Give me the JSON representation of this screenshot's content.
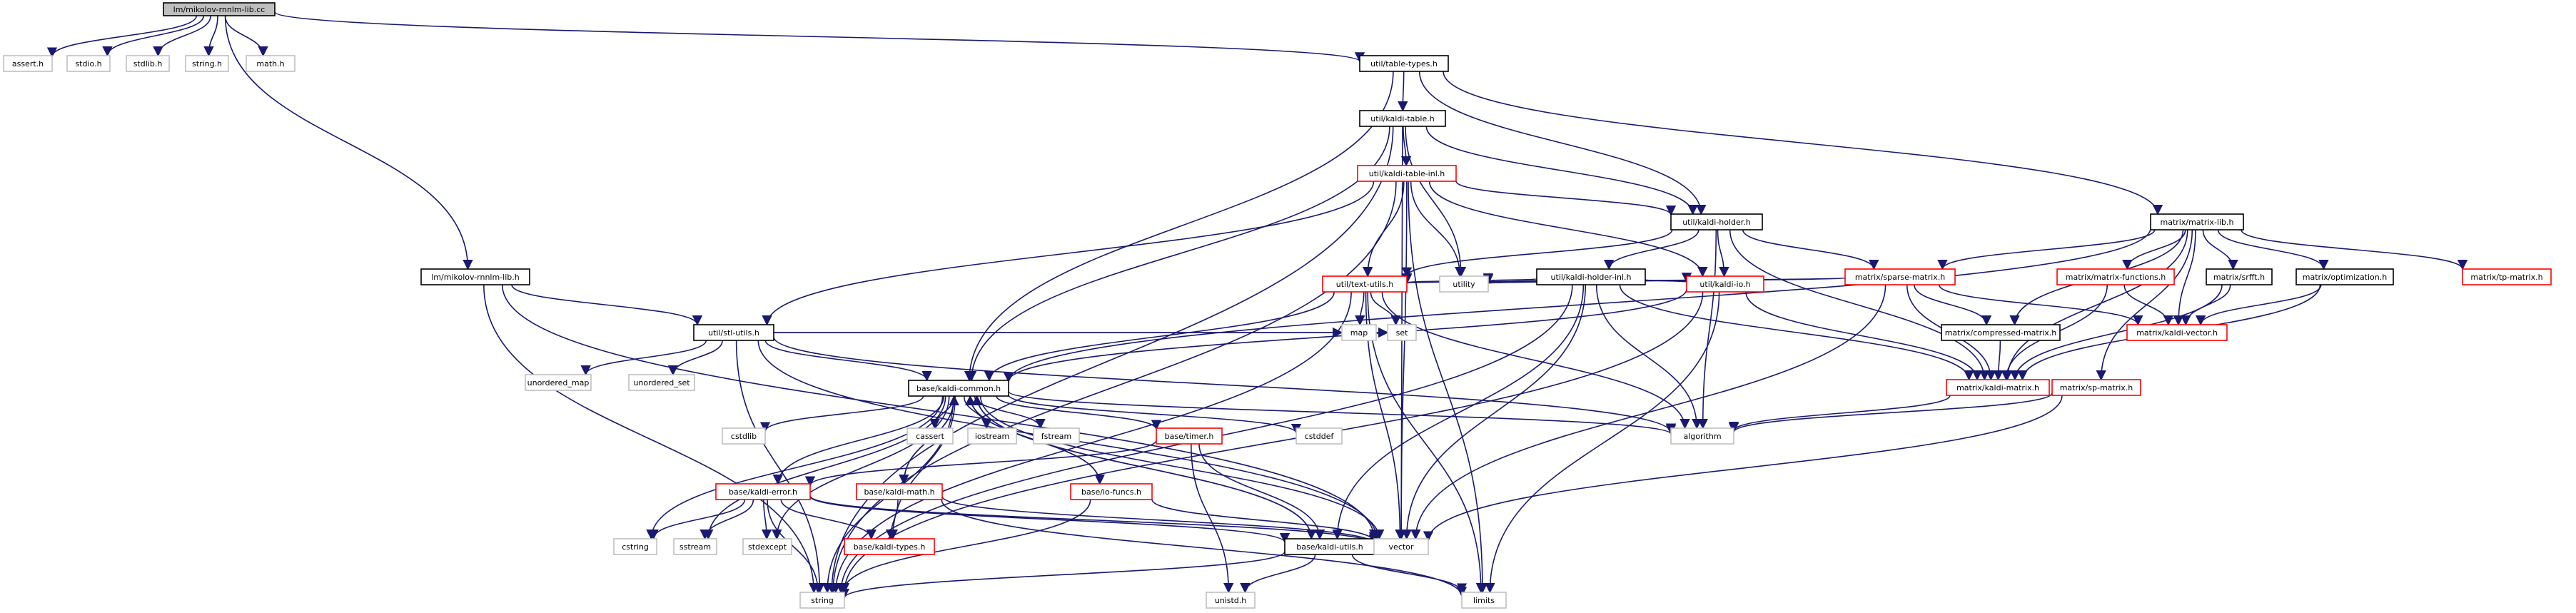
{
  "diagram": {
    "kind": "include-dependency-graph",
    "colors": {
      "edge": "#191970",
      "root_fill": "#bfbfbf",
      "root_border": "#000000",
      "normal_border": "#000000",
      "incomplete_border": "#ff0000",
      "external_border": "#bfbfbf"
    },
    "nodes": [
      {
        "id": "root",
        "label": "lm/mikolov-rnnlm-lib.cc",
        "style": "root"
      },
      {
        "id": "assert_h",
        "label": "assert.h",
        "style": "external"
      },
      {
        "id": "stdio_h",
        "label": "stdio.h",
        "style": "external"
      },
      {
        "id": "stdlib_h",
        "label": "stdlib.h",
        "style": "external"
      },
      {
        "id": "string_h",
        "label": "string.h",
        "style": "external"
      },
      {
        "id": "math_h",
        "label": "math.h",
        "style": "external"
      },
      {
        "id": "table_types",
        "label": "util/table-types.h",
        "style": "normal"
      },
      {
        "id": "kaldi_table",
        "label": "util/kaldi-table.h",
        "style": "normal"
      },
      {
        "id": "kaldi_table_inl",
        "label": "util/kaldi-table-inl.h",
        "style": "incomplete"
      },
      {
        "id": "kaldi_holder",
        "label": "util/kaldi-holder.h",
        "style": "normal"
      },
      {
        "id": "kaldi_holder_inl",
        "label": "util/kaldi-holder-inl.h",
        "style": "normal"
      },
      {
        "id": "matrix_lib",
        "label": "matrix/matrix-lib.h",
        "style": "normal"
      },
      {
        "id": "mikolov_h",
        "label": "lm/mikolov-rnnlm-lib.h",
        "style": "normal"
      },
      {
        "id": "stl_utils",
        "label": "util/stl-utils.h",
        "style": "normal"
      },
      {
        "id": "text_utils",
        "label": "util/text-utils.h",
        "style": "incomplete"
      },
      {
        "id": "kaldi_io",
        "label": "util/kaldi-io.h",
        "style": "incomplete"
      },
      {
        "id": "sparse_matrix",
        "label": "matrix/sparse-matrix.h",
        "style": "incomplete"
      },
      {
        "id": "matrix_functions",
        "label": "matrix/matrix-functions.h",
        "style": "incomplete"
      },
      {
        "id": "srfft",
        "label": "matrix/srfft.h",
        "style": "normal"
      },
      {
        "id": "optimization",
        "label": "matrix/optimization.h",
        "style": "normal"
      },
      {
        "id": "tp_matrix",
        "label": "matrix/tp-matrix.h",
        "style": "incomplete"
      },
      {
        "id": "utility",
        "label": "utility",
        "style": "external"
      },
      {
        "id": "compressed_matrix",
        "label": "matrix/compressed-matrix.h",
        "style": "normal"
      },
      {
        "id": "kaldi_vector",
        "label": "matrix/kaldi-vector.h",
        "style": "incomplete"
      },
      {
        "id": "unordered_map",
        "label": "unordered_map",
        "style": "external"
      },
      {
        "id": "unordered_set",
        "label": "unordered_set",
        "style": "external"
      },
      {
        "id": "kaldi_common",
        "label": "base/kaldi-common.h",
        "style": "normal"
      },
      {
        "id": "map",
        "label": "map",
        "style": "external"
      },
      {
        "id": "set",
        "label": "set",
        "style": "external"
      },
      {
        "id": "kaldi_matrix",
        "label": "matrix/kaldi-matrix.h",
        "style": "incomplete"
      },
      {
        "id": "sp_matrix",
        "label": "matrix/sp-matrix.h",
        "style": "incomplete"
      },
      {
        "id": "cstdlib",
        "label": "cstdlib",
        "style": "external"
      },
      {
        "id": "cassert",
        "label": "cassert",
        "style": "external"
      },
      {
        "id": "iostream",
        "label": "iostream",
        "style": "external"
      },
      {
        "id": "fstream",
        "label": "fstream",
        "style": "external"
      },
      {
        "id": "timer",
        "label": "base/timer.h",
        "style": "incomplete"
      },
      {
        "id": "cstddef",
        "label": "cstddef",
        "style": "external"
      },
      {
        "id": "algorithm",
        "label": "algorithm",
        "style": "external"
      },
      {
        "id": "kaldi_error",
        "label": "base/kaldi-error.h",
        "style": "incomplete"
      },
      {
        "id": "kaldi_math",
        "label": "base/kaldi-math.h",
        "style": "incomplete"
      },
      {
        "id": "io_funcs",
        "label": "base/io-funcs.h",
        "style": "incomplete"
      },
      {
        "id": "cstring",
        "label": "cstring",
        "style": "external"
      },
      {
        "id": "sstream",
        "label": "sstream",
        "style": "external"
      },
      {
        "id": "stdexcept",
        "label": "stdexcept",
        "style": "external"
      },
      {
        "id": "kaldi_types",
        "label": "base/kaldi-types.h",
        "style": "incomplete"
      },
      {
        "id": "kaldi_utils",
        "label": "base/kaldi-utils.h",
        "style": "normal"
      },
      {
        "id": "vector",
        "label": "vector",
        "style": "external"
      },
      {
        "id": "string",
        "label": "string",
        "style": "external"
      },
      {
        "id": "unistd_h",
        "label": "unistd.h",
        "style": "external"
      },
      {
        "id": "limits",
        "label": "limits",
        "style": "external"
      }
    ],
    "edges": [
      [
        "root",
        "assert_h"
      ],
      [
        "root",
        "stdio_h"
      ],
      [
        "root",
        "stdlib_h"
      ],
      [
        "root",
        "string_h"
      ],
      [
        "root",
        "math_h"
      ],
      [
        "root",
        "table_types"
      ],
      [
        "root",
        "mikolov_h"
      ],
      [
        "table_types",
        "kaldi_table"
      ],
      [
        "table_types",
        "kaldi_common"
      ],
      [
        "table_types",
        "kaldi_holder"
      ],
      [
        "table_types",
        "matrix_lib"
      ],
      [
        "kaldi_table",
        "kaldi_table_inl"
      ],
      [
        "kaldi_table",
        "kaldi_holder"
      ],
      [
        "kaldi_table",
        "kaldi_common"
      ],
      [
        "kaldi_table",
        "utility"
      ],
      [
        "kaldi_table",
        "vector"
      ],
      [
        "kaldi_table",
        "string"
      ],
      [
        "kaldi_table_inl",
        "kaldi_holder"
      ],
      [
        "kaldi_table_inl",
        "kaldi_io"
      ],
      [
        "kaldi_table_inl",
        "text_utils"
      ],
      [
        "kaldi_table_inl",
        "stl_utils"
      ],
      [
        "kaldi_table_inl",
        "utility"
      ],
      [
        "kaldi_table_inl",
        "vector"
      ],
      [
        "kaldi_table_inl",
        "string"
      ],
      [
        "kaldi_table_inl",
        "limits"
      ],
      [
        "kaldi_holder",
        "kaldi_holder_inl"
      ],
      [
        "kaldi_holder",
        "kaldi_io"
      ],
      [
        "kaldi_holder",
        "text_utils"
      ],
      [
        "kaldi_holder",
        "sparse_matrix"
      ],
      [
        "kaldi_holder",
        "algorithm"
      ],
      [
        "kaldi_holder",
        "kaldi_matrix"
      ],
      [
        "kaldi_holder_inl",
        "kaldi_io"
      ],
      [
        "kaldi_holder_inl",
        "text_utils"
      ],
      [
        "kaldi_holder_inl",
        "utility"
      ],
      [
        "kaldi_holder_inl",
        "vector"
      ],
      [
        "kaldi_holder_inl",
        "string"
      ],
      [
        "kaldi_holder_inl",
        "algorithm"
      ],
      [
        "kaldi_holder_inl",
        "kaldi_matrix"
      ],
      [
        "kaldi_holder_inl",
        "kaldi_utils"
      ],
      [
        "matrix_lib",
        "sparse_matrix"
      ],
      [
        "matrix_lib",
        "matrix_functions"
      ],
      [
        "matrix_lib",
        "srfft"
      ],
      [
        "matrix_lib",
        "optimization"
      ],
      [
        "matrix_lib",
        "tp_matrix"
      ],
      [
        "matrix_lib",
        "compressed_matrix"
      ],
      [
        "matrix_lib",
        "kaldi_vector"
      ],
      [
        "matrix_lib",
        "kaldi_matrix"
      ],
      [
        "matrix_lib",
        "sp_matrix"
      ],
      [
        "matrix_lib",
        "kaldi_common"
      ],
      [
        "mikolov_h",
        "stl_utils"
      ],
      [
        "mikolov_h",
        "string"
      ],
      [
        "mikolov_h",
        "vector"
      ],
      [
        "stl_utils",
        "kaldi_common"
      ],
      [
        "stl_utils",
        "unordered_map"
      ],
      [
        "stl_utils",
        "unordered_set"
      ],
      [
        "stl_utils",
        "map"
      ],
      [
        "stl_utils",
        "set"
      ],
      [
        "stl_utils",
        "algorithm"
      ],
      [
        "stl_utils",
        "vector"
      ],
      [
        "stl_utils",
        "string"
      ],
      [
        "text_utils",
        "kaldi_common"
      ],
      [
        "text_utils",
        "map"
      ],
      [
        "text_utils",
        "set"
      ],
      [
        "text_utils",
        "vector"
      ],
      [
        "text_utils",
        "string"
      ],
      [
        "text_utils",
        "limits"
      ],
      [
        "text_utils",
        "algorithm"
      ],
      [
        "kaldi_io",
        "kaldi_common"
      ],
      [
        "kaldi_io",
        "kaldi_matrix"
      ],
      [
        "kaldi_io",
        "string"
      ],
      [
        "kaldi_io",
        "limits"
      ],
      [
        "sparse_matrix",
        "text_utils"
      ],
      [
        "sparse_matrix",
        "compressed_matrix"
      ],
      [
        "sparse_matrix",
        "kaldi_vector"
      ],
      [
        "sparse_matrix",
        "kaldi_matrix"
      ],
      [
        "sparse_matrix",
        "vector"
      ],
      [
        "sparse_matrix",
        "utility"
      ],
      [
        "matrix_functions",
        "kaldi_vector"
      ],
      [
        "matrix_functions",
        "kaldi_matrix"
      ],
      [
        "srfft",
        "kaldi_vector"
      ],
      [
        "srfft",
        "kaldi_matrix"
      ],
      [
        "optimization",
        "kaldi_vector"
      ],
      [
        "optimization",
        "kaldi_matrix"
      ],
      [
        "compressed_matrix",
        "kaldi_matrix"
      ],
      [
        "kaldi_matrix",
        "algorithm"
      ],
      [
        "sp_matrix",
        "algorithm"
      ],
      [
        "sp_matrix",
        "vector"
      ],
      [
        "kaldi_common",
        "cstdlib"
      ],
      [
        "kaldi_common",
        "cassert"
      ],
      [
        "kaldi_common",
        "iostream"
      ],
      [
        "kaldi_common",
        "fstream"
      ],
      [
        "kaldi_common",
        "timer"
      ],
      [
        "kaldi_common",
        "cstddef"
      ],
      [
        "kaldi_common",
        "algorithm"
      ],
      [
        "kaldi_common",
        "kaldi_error"
      ],
      [
        "kaldi_common",
        "kaldi_math"
      ],
      [
        "kaldi_common",
        "io_funcs"
      ],
      [
        "kaldi_common",
        "kaldi_types"
      ],
      [
        "kaldi_common",
        "kaldi_utils"
      ],
      [
        "kaldi_common",
        "vector"
      ],
      [
        "kaldi_common",
        "string"
      ],
      [
        "kaldi_common",
        "cstring"
      ],
      [
        "kaldi_common",
        "sstream"
      ],
      [
        "kaldi_common",
        "stdexcept"
      ],
      [
        "timer",
        "kaldi_error"
      ],
      [
        "timer",
        "kaldi_utils"
      ],
      [
        "timer",
        "unistd_h"
      ],
      [
        "kaldi_error",
        "cstring"
      ],
      [
        "kaldi_error",
        "sstream"
      ],
      [
        "kaldi_error",
        "stdexcept"
      ],
      [
        "kaldi_error",
        "kaldi_types"
      ],
      [
        "kaldi_error",
        "vector"
      ],
      [
        "kaldi_error",
        "string"
      ],
      [
        "kaldi_error",
        "kaldi_utils"
      ],
      [
        "kaldi_math",
        "kaldi_types"
      ],
      [
        "kaldi_math",
        "kaldi_common"
      ],
      [
        "kaldi_math",
        "vector"
      ],
      [
        "kaldi_math",
        "limits"
      ],
      [
        "io_funcs",
        "kaldi_common"
      ],
      [
        "io_funcs",
        "vector"
      ],
      [
        "io_funcs",
        "string"
      ],
      [
        "kaldi_utils",
        "kaldi_common"
      ],
      [
        "kaldi_utils",
        "string"
      ],
      [
        "kaldi_utils",
        "unistd_h"
      ],
      [
        "kaldi_utils",
        "limits"
      ]
    ]
  }
}
